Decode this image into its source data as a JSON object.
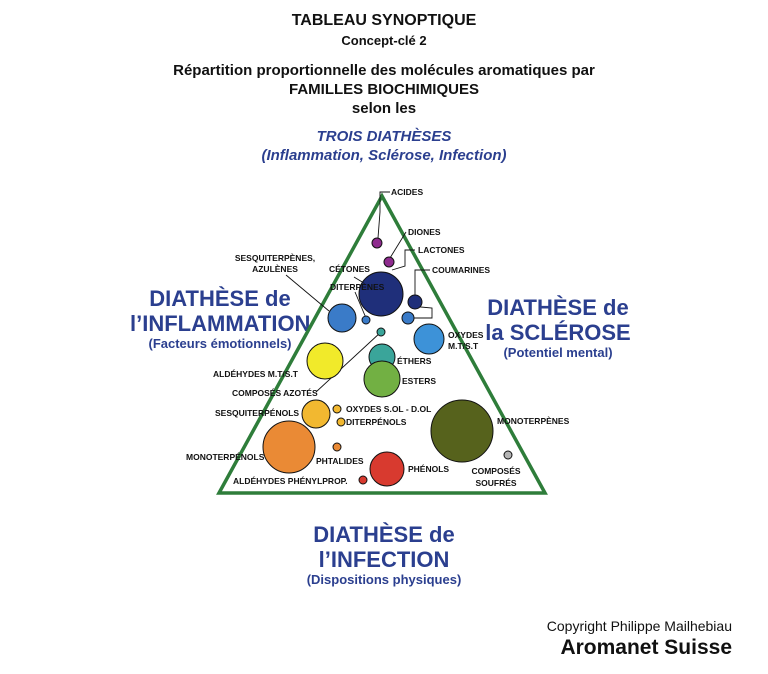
{
  "header": {
    "title": "TABLEAU SYNOPTIQUE",
    "subtitle": "Concept-clé 2",
    "line1": "Répartition proportionnelle des molécules aromatiques par",
    "line2": "FAMILLES BIOCHIMIQUES",
    "line3": "selon les",
    "highlight1": "TROIS DIATHÈSES",
    "highlight2": "(Inflammation, Sclérose, Infection)"
  },
  "inflammation": {
    "title1": "DIATHÈSE de",
    "title2": "l’INFLAMMATION",
    "sub": "(Facteurs émotionnels)"
  },
  "sclerose": {
    "title1": "DIATHÈSE de",
    "title2": "la SCLÉROSE",
    "sub": "(Potentiel mental)"
  },
  "infection": {
    "title1": "DIATHÈSE de",
    "title2": "l’INFECTION",
    "sub": "(Dispositions physiques)"
  },
  "labels": {
    "acides": "ACIDES",
    "diones": "DIONES",
    "lactones": "LACTONES",
    "coumarines": "COUMARINES",
    "sesquiterpenes1": "SESQUITERPÈNES,",
    "sesquiterpenes2": "AZULÈNES",
    "cetones": "CÉTONES",
    "diterpenes": "DITERPÈNES",
    "oxydes_mts1": "OXYDES",
    "oxydes_mts2": "M.T/S.T",
    "ethers": "ÉTHERS",
    "esters": "ESTERS",
    "aldehydes_mts": "ALDÉHYDES M.T/S.T",
    "composes_azotes": "COMPOSÉS AZOTÉS",
    "sesquiterpenols": "SESQUITERPÉNOLS",
    "oxydes_sol": "OXYDES S.OL - D.OL",
    "diterpenols": "DITERPÉNOLS",
    "monoterpenes": "MONOTERPÈNES",
    "monoterpenols": "MONOTERPÉNOLS",
    "phtalides": "PHTALIDES",
    "phenols": "PHÉNOLS",
    "composes_soufres1": "COMPOSÉS",
    "composes_soufres2": "SOUFRÉS",
    "aldehydes_phenylprop": "ALDÉHYDES PHÉNYLPROP."
  },
  "colors": {
    "triangle": "#2e7d3a",
    "title_blue": "#2b3f8f",
    "acides": "#8e2b8e",
    "diones": "#8e2b8e",
    "lactones": "#1f2f7a",
    "cetones": "#1f2f7a",
    "sesquiterpenes": "#3a7bc8",
    "diterpenes": "#3a7bc8",
    "coumarines": "#3a7bc8",
    "oxydes_mts": "#3d92d8",
    "ethers": "#3aa59a",
    "esters": "#72b043",
    "aldehydes_mts": "#f1ea2a",
    "sesquiterpenols": "#f2b830",
    "oxydes_sol": "#f2b830",
    "diterpenols": "#f2b830",
    "monoterpenes": "#56621c",
    "monoterpenols": "#ea8a35",
    "phtalides": "#ea8a35",
    "phenols": "#d83a2f",
    "aldehydes_phenylprop": "#d83a2f",
    "composes_soufres": "#b4b4b4"
  },
  "footer": {
    "copyright": "Copyright Philippe Mailhebiau",
    "brand": "Aromanet Suisse"
  }
}
